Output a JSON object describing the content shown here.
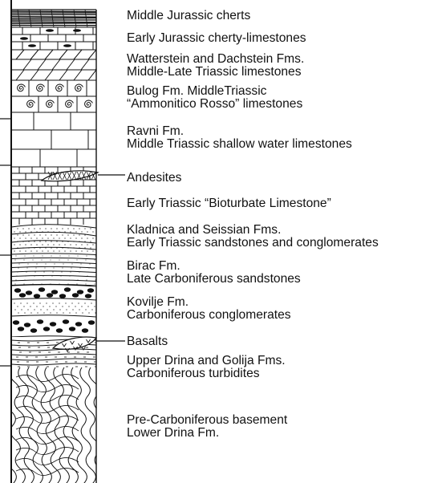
{
  "colors": {
    "ink": "#111111",
    "background": "#ffffff"
  },
  "units": [
    {
      "id": "cherts",
      "lines": [
        "Middle Jurassic cherts"
      ],
      "pattern": "chert-bands"
    },
    {
      "id": "cherty-limestones",
      "lines": [
        "Early Jurassic cherty-limestones"
      ],
      "pattern": "brick-with-chert-nodules"
    },
    {
      "id": "watterstein-dachstein",
      "lines": [
        "Watterstein and Dachstein Fms.",
        "Middle-Late Triassic limestones"
      ],
      "pattern": "oblique-brick"
    },
    {
      "id": "bulog",
      "lines": [
        "Bulog Fm. MiddleTriassic",
        "“Ammonitico Rosso” limestones"
      ],
      "pattern": "ammonite-spirals"
    },
    {
      "id": "ravni",
      "lines": [
        "Ravni Fm.",
        "Middle Triassic shallow water limestones"
      ],
      "pattern": "large-brick"
    },
    {
      "id": "andesites",
      "lines": [
        "Andesites"
      ],
      "pattern": "lens",
      "pointer": true
    },
    {
      "id": "bioturbate",
      "lines": [
        "Early Triassic “Bioturbate Limestone”"
      ],
      "pattern": "small-brick"
    },
    {
      "id": "kladnica-seissian",
      "lines": [
        "Kladnica and Seissian Fms.",
        "Early Triassic sandstones and conglomerates"
      ],
      "pattern": "dotted-lenses"
    },
    {
      "id": "birac",
      "lines": [
        "Birac Fm.",
        "Late Carboniferous sandstones"
      ],
      "pattern": "laminated-sandstone"
    },
    {
      "id": "kovilje",
      "lines": [
        "Kovilje Fm.",
        "Carboniferous conglomerates"
      ],
      "pattern": "conglomerate"
    },
    {
      "id": "basalts",
      "lines": [
        "Basalts"
      ],
      "pattern": "v-lens",
      "pointer": true
    },
    {
      "id": "drina-golija",
      "lines": [
        "Upper Drina and Golija Fms.",
        "Carboniferous turbidites"
      ],
      "pattern": "turbidites"
    },
    {
      "id": "basement",
      "lines": [
        "Pre-Carboniferous basement",
        "Lower Drina Fm."
      ],
      "pattern": "folded-schist"
    }
  ]
}
